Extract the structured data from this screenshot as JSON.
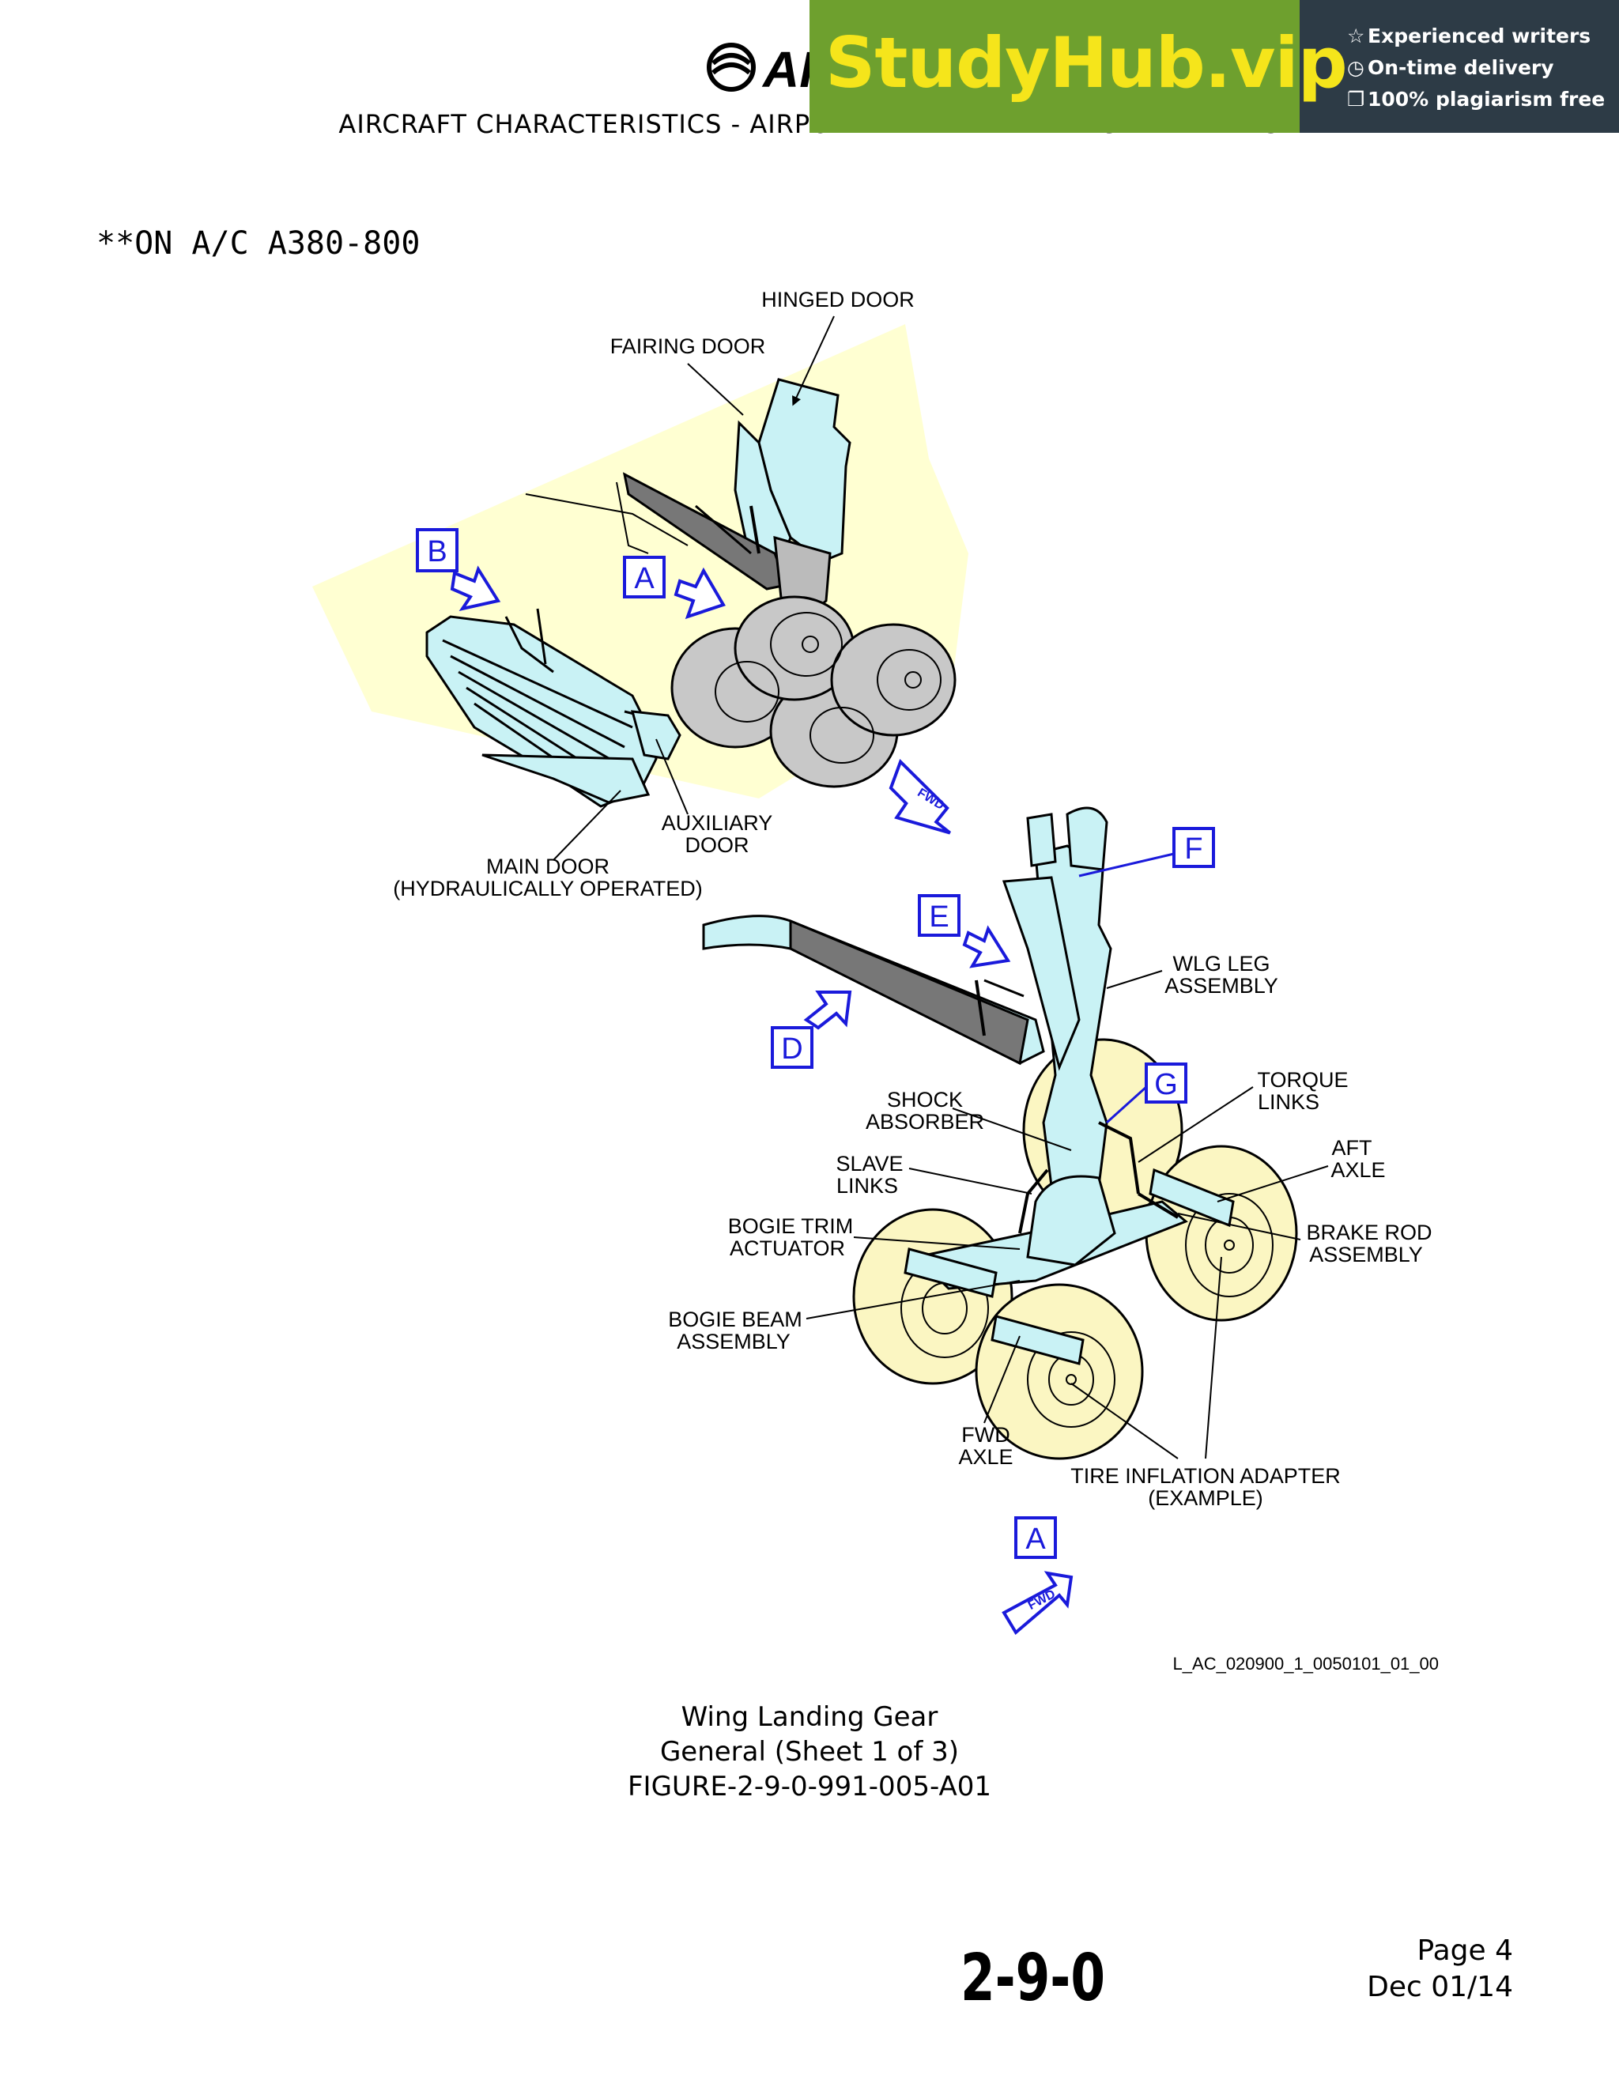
{
  "header": {
    "brand": "AIRBUS",
    "subtitle": "AIRCRAFT CHARACTERISTICS - AIRPORT AND MAINTENANCE PLANNING"
  },
  "banner": {
    "logo": "StudyHub.vip",
    "features": [
      "Experienced writers",
      "On-time delivery",
      "100% plagiarism free"
    ],
    "icons": [
      "star-icon",
      "clock-icon",
      "copy-icon"
    ]
  },
  "applicability": "**ON A/C A380-800",
  "figure": {
    "labels": {
      "hinged_door": "HINGED DOOR",
      "fairing_door": "FAIRING DOOR",
      "auxiliary_door_1": "AUXILIARY",
      "auxiliary_door_2": "DOOR",
      "main_door_1": "MAIN DOOR",
      "main_door_2": "(HYDRAULICALLY OPERATED)",
      "wlg_leg_1": "WLG LEG",
      "wlg_leg_2": "ASSEMBLY",
      "torque_links_1": "TORQUE",
      "torque_links_2": "LINKS",
      "shock_absorber_1": "SHOCK",
      "shock_absorber_2": "ABSORBER",
      "aft_axle_1": "AFT",
      "aft_axle_2": "AXLE",
      "slave_links_1": "SLAVE",
      "slave_links_2": "LINKS",
      "brake_rod_1": "BRAKE ROD",
      "brake_rod_2": "ASSEMBLY",
      "bogie_trim_1": "BOGIE TRIM",
      "bogie_trim_2": "ACTUATOR",
      "bogie_beam_1": "BOGIE BEAM",
      "bogie_beam_2": "ASSEMBLY",
      "fwd_axle_1": "FWD",
      "fwd_axle_2": "AXLE",
      "tire_inflation_1": "TIRE INFLATION ADAPTER",
      "tire_inflation_2": "(EXAMPLE)",
      "fwd_arrow": "FWD",
      "reference": "L_AC_020900_1_0050101_01_00"
    },
    "callouts": {
      "a": "A",
      "b": "B",
      "d": "D",
      "e": "E",
      "f": "F",
      "g": "G"
    },
    "colors": {
      "callout": "#1a1adb",
      "door_fill": "#c9f2f5",
      "background_fill": "#ffffd2",
      "wheel_fill": "#c8c8c8",
      "tire_fill": "#fbf6c2"
    }
  },
  "caption": {
    "line1": "Wing Landing Gear",
    "line2": "General (Sheet 1 of 3)",
    "line3": "FIGURE-2-9-0-991-005-A01"
  },
  "footer": {
    "section": "2-9-0",
    "page": "Page 4",
    "date": "Dec 01/14"
  }
}
